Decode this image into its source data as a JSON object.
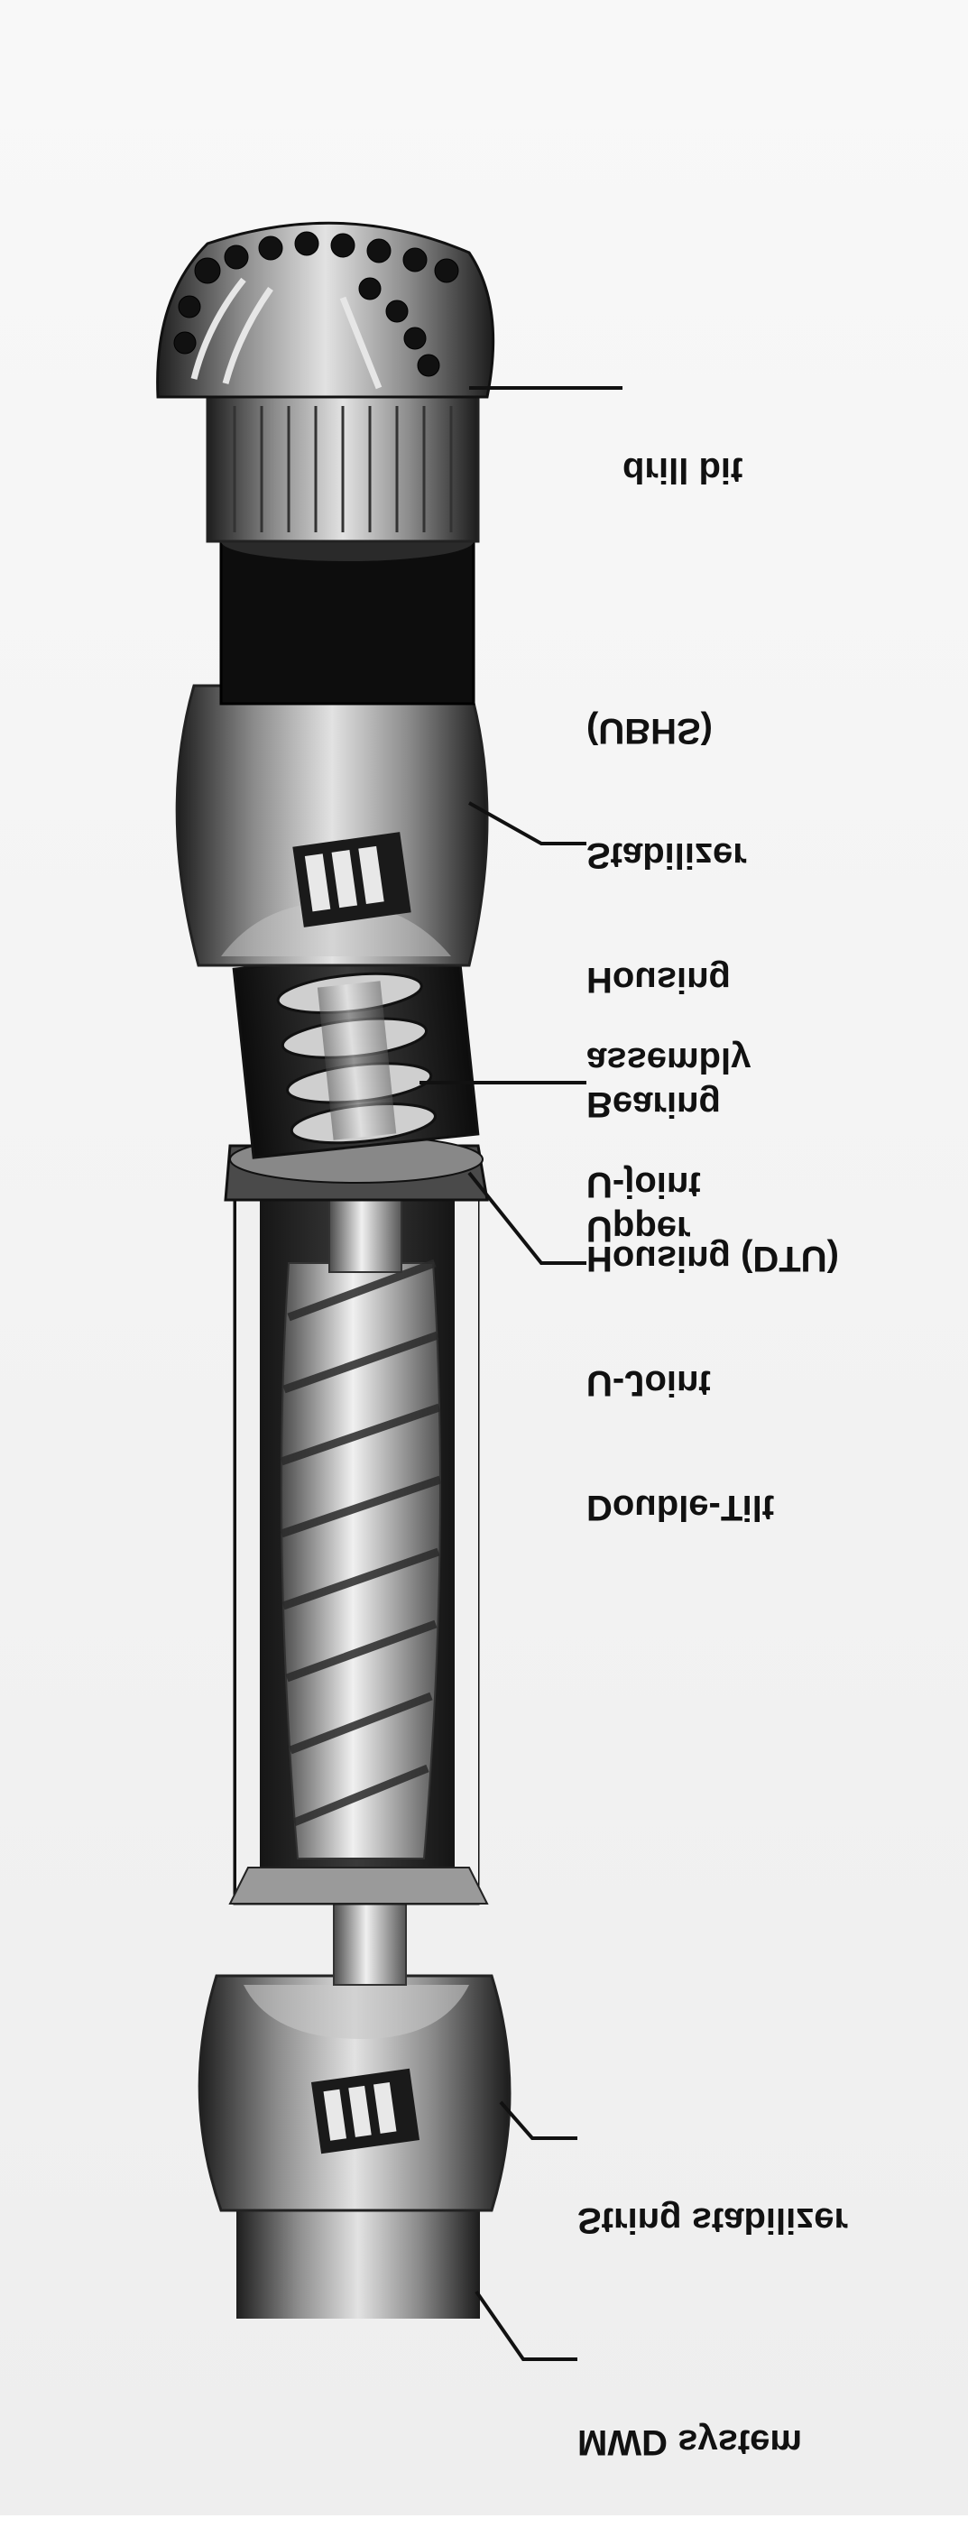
{
  "labels": {
    "drill_bit": "drill bit",
    "ubhs": [
      "(UBHS)",
      "Stabilizer",
      "Housing",
      "Bearing",
      "Upper"
    ],
    "ujoint": [
      "assembly",
      "U-joint"
    ],
    "dtu": [
      "Housing (DTU)",
      "U-Joint",
      "Double-Tilt"
    ],
    "string_stabilizer": "String stabilizer",
    "mwd": "MWD system"
  },
  "colors": {
    "ink": "#111111",
    "metal_dark": "#2a2a2a",
    "metal_mid": "#8a8a8a",
    "metal_light": "#d8d8d8",
    "background": "#f4f4f4"
  }
}
